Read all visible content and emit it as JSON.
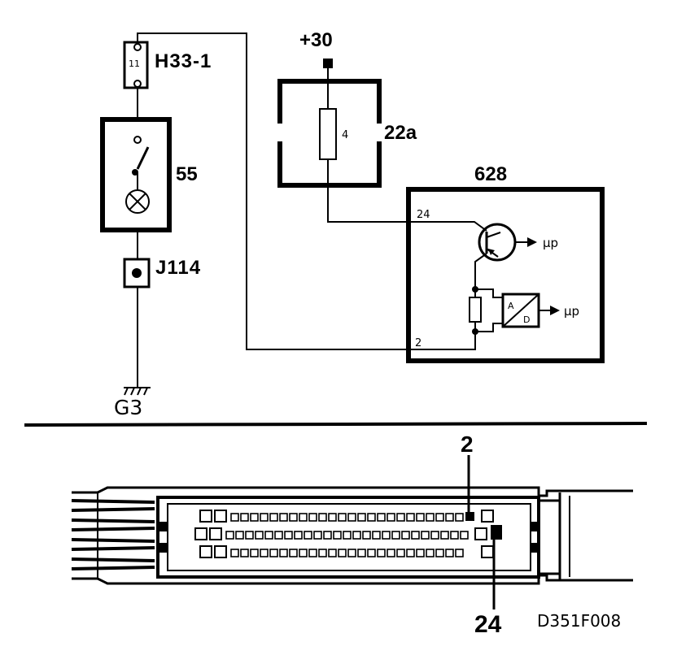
{
  "components": {
    "fuse_h33_label": "H33-1",
    "fuse_h33_pin": "11",
    "bulb_55_label": "55",
    "connector_j114_label": "J114",
    "ground_label": "G3",
    "supply_label": "+30",
    "relay_box_label": "22a",
    "relay_pin": "4",
    "ecu_label": "628",
    "ecu_pin_24": "24",
    "ecu_pin_2": "2",
    "ecu_output_1": "µp",
    "ecu_output_2": "µp",
    "ad_converter_top": "A",
    "ad_converter_bottom": "D"
  },
  "connector": {
    "pin_callout_top": "2",
    "pin_callout_bottom": "24"
  },
  "figure_code": "D351F008"
}
